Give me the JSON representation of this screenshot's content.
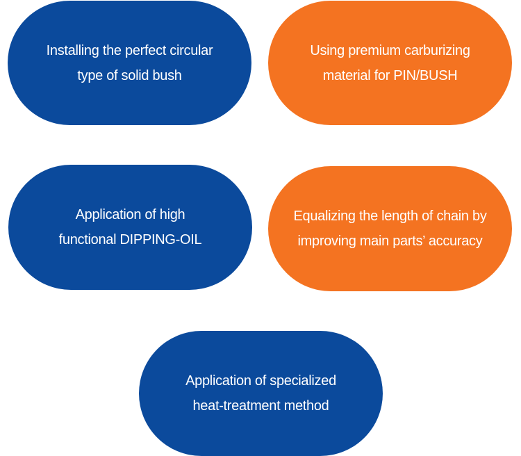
{
  "colors": {
    "blue": "#0b4a9c",
    "orange": "#f47321",
    "text": "#ffffff"
  },
  "items": [
    {
      "line1": "Installing the perfect circular",
      "line2": "type of solid bush",
      "color": "blue"
    },
    {
      "line1": "Using premium carburizing",
      "line2": "material for PIN/BUSH",
      "color": "orange"
    },
    {
      "line1": "Application of high",
      "line2": "functional DIPPING-OIL",
      "color": "blue"
    },
    {
      "line1": "Equalizing the length of chain by",
      "line2": "improving main parts’ accuracy",
      "color": "orange"
    },
    {
      "line1": "Application of specialized",
      "line2": "heat-treatment method",
      "color": "blue"
    }
  ]
}
